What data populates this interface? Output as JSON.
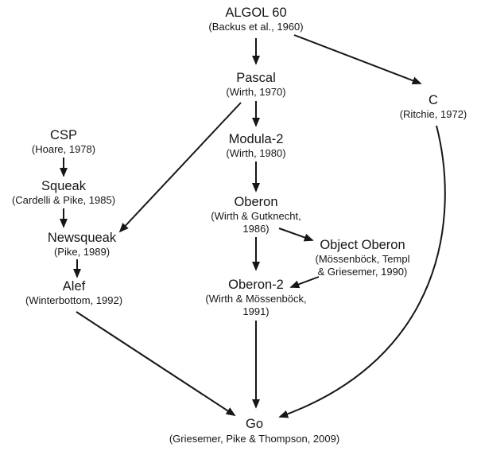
{
  "diagram": {
    "type": "directed-graph",
    "description": "Programming language genealogy leading to Go",
    "colors": {
      "background": "#ffffff",
      "text": "#161616",
      "arrow": "#161616"
    }
  },
  "nodes": {
    "algol60": {
      "label": "ALGOL 60",
      "citation": "(Backus et al., 1960)"
    },
    "pascal": {
      "label": "Pascal",
      "citation": "(Wirth, 1970)"
    },
    "c": {
      "label": "C",
      "citation": "(Ritchie, 1972)"
    },
    "modula2": {
      "label": "Modula-2",
      "citation": "(Wirth, 1980)"
    },
    "csp": {
      "label": "CSP",
      "citation": "(Hoare, 1978)"
    },
    "squeak": {
      "label": "Squeak",
      "citation": "(Cardelli & Pike, 1985)"
    },
    "newsqueak": {
      "label": "Newsqueak",
      "citation": "(Pike, 1989)"
    },
    "alef": {
      "label": "Alef",
      "citation": "(Winterbottom, 1992)"
    },
    "oberon": {
      "label": "Oberon",
      "citation_line1": "(Wirth & Gutknecht,",
      "citation_line2": "1986)"
    },
    "object_oberon": {
      "label": "Object Oberon",
      "citation_line1": "(Mössenböck, Templ",
      "citation_line2": "& Griesemer, 1990)"
    },
    "oberon2": {
      "label": "Oberon-2",
      "citation_line1": "(Wirth & Mössenböck,",
      "citation_line2": "1991)"
    },
    "go": {
      "label": "Go",
      "citation": "(Griesemer, Pike & Thompson, 2009)"
    }
  },
  "edges": [
    {
      "from": "algol60",
      "to": "pascal"
    },
    {
      "from": "algol60",
      "to": "c"
    },
    {
      "from": "pascal",
      "to": "modula2"
    },
    {
      "from": "pascal",
      "to": "newsqueak"
    },
    {
      "from": "modula2",
      "to": "oberon"
    },
    {
      "from": "oberon",
      "to": "object_oberon"
    },
    {
      "from": "oberon",
      "to": "oberon2"
    },
    {
      "from": "object_oberon",
      "to": "oberon2"
    },
    {
      "from": "csp",
      "to": "squeak"
    },
    {
      "from": "squeak",
      "to": "newsqueak"
    },
    {
      "from": "newsqueak",
      "to": "alef"
    },
    {
      "from": "alef",
      "to": "go"
    },
    {
      "from": "oberon2",
      "to": "go"
    },
    {
      "from": "c",
      "to": "go"
    }
  ]
}
